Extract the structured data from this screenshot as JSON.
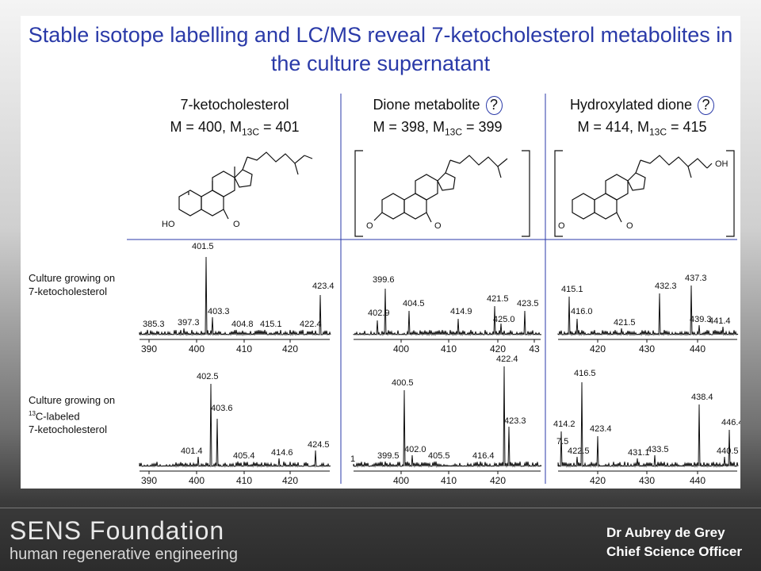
{
  "title": "Stable isotope labelling and LC/MS reveal 7-ketocholesterol metabolites in the culture supernatant",
  "columns": [
    {
      "name": "7-ketocholesterol",
      "mass_main": "M = 400, M",
      "mass_sub": "13C",
      "mass_end": " = 401",
      "uncertain": ""
    },
    {
      "name": "Dione metabolite",
      "mass_main": "M = 398, M",
      "mass_sub": "13C",
      "mass_end": " = 399",
      "uncertain": "?"
    },
    {
      "name": "Hydroxylated dione",
      "mass_main": "M = 414, M",
      "mass_sub": "13C",
      "mass_end": " = 415",
      "uncertain": "?"
    }
  ],
  "row_labels": {
    "row1_line1": "Culture growing on",
    "row1_line2": "7-ketocholesterol",
    "row2_line1": "Culture growing on",
    "row2_sup": "13",
    "row2_line2": "C-labeled",
    "row2_line3": "7-ketocholesterol"
  },
  "structure_labels": {
    "ho": "HO",
    "o": "O",
    "oh": "OH"
  },
  "spectra": {
    "r1c1": {
      "ticks": [
        "390",
        "400",
        "410",
        "420"
      ],
      "peaks": [
        "401.5",
        "423.4",
        "385.3",
        "397.3",
        "403.3",
        "404.8",
        "415.1",
        "422.4"
      ]
    },
    "r1c2": {
      "ticks": [
        "400",
        "410",
        "420",
        "43"
      ],
      "peaks": [
        "399.6",
        "404.5",
        "402.9",
        "414.9",
        "421.5",
        "423.5",
        "425.0"
      ]
    },
    "r1c3": {
      "ticks": [
        "420",
        "430",
        "440"
      ],
      "peaks": [
        "415.1",
        "432.3",
        "437.3",
        "416.0",
        "421.5",
        "439.3",
        "441.4"
      ]
    },
    "r2c1": {
      "ticks": [
        "390",
        "400",
        "410",
        "420"
      ],
      "peaks": [
        "402.5",
        "403.6",
        "401.4",
        "405.4",
        "414.6",
        "424.5"
      ]
    },
    "r2c2": {
      "ticks": [
        "400",
        "410",
        "420"
      ],
      "peaks": [
        "400.5",
        "422.4",
        "423.3",
        "1",
        "399.5",
        "402.0",
        "405.5",
        "416.4"
      ]
    },
    "r2c3": {
      "ticks": [
        "420",
        "430",
        "440"
      ],
      "peaks": [
        "416.5",
        "438.4",
        "414.2",
        "423.4",
        "446.4",
        "7.5",
        "422.5",
        "431.1",
        "433.5",
        "440.5"
      ]
    }
  },
  "footer": {
    "brand": "SENS Foundation",
    "tagline": "human regenerative engineering",
    "presenter": "Dr Aubrey de Grey",
    "role": "Chief Science Officer"
  },
  "colors": {
    "title": "#2a3aa8",
    "divider": "#2a3aa8",
    "slide_bg": "#ffffff"
  }
}
